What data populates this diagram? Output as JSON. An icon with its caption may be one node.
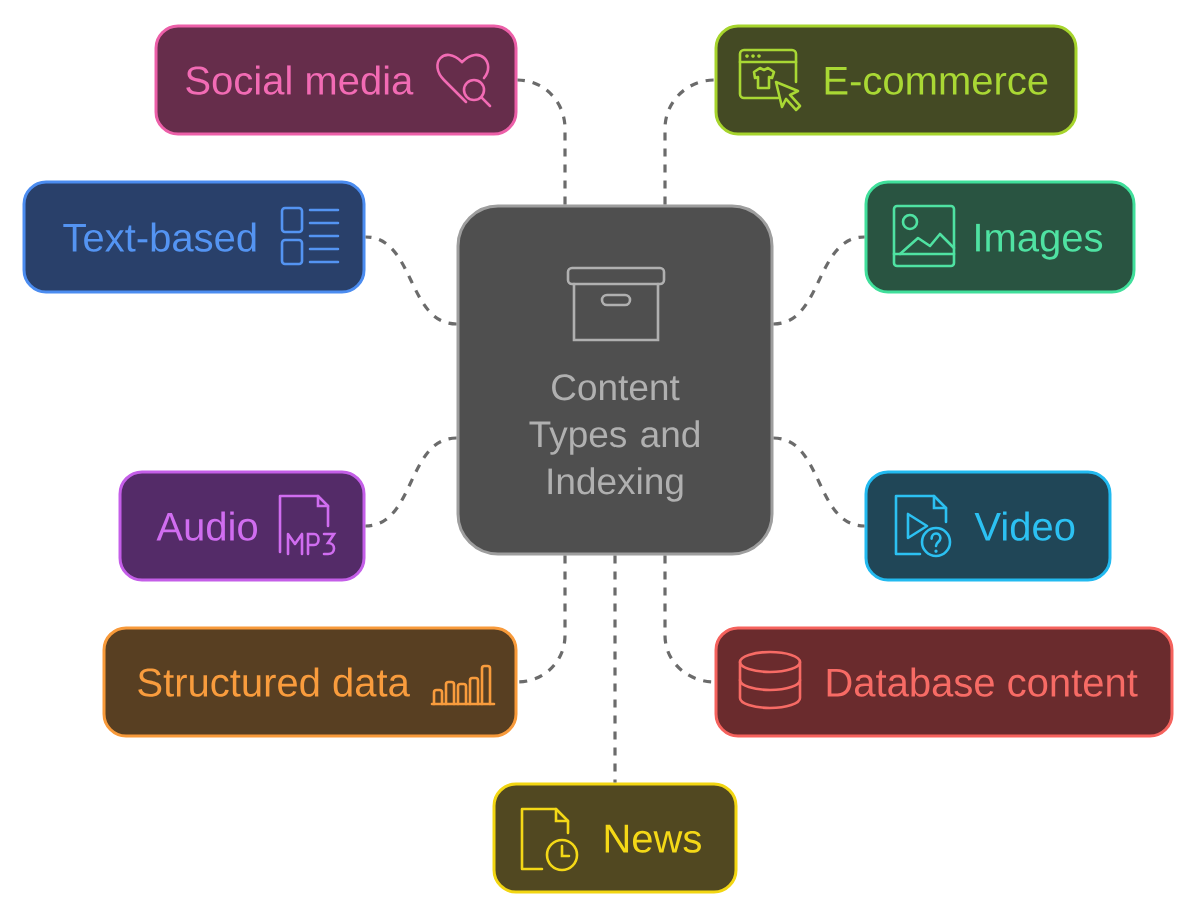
{
  "diagram": {
    "nodes": [
      {
        "text": [
          "Content Types and Indexing"
        ]
      },
      {
        "text": [
          "Social media"
        ]
      },
      {
        "text": [
          "E-commerce"
        ]
      },
      {
        "text": [
          "Text-based"
        ]
      },
      {
        "text": [
          "Images"
        ]
      },
      {
        "text": [
          "Audio"
        ]
      },
      {
        "text": [
          "Video"
        ]
      },
      {
        "text": [
          "Structured data"
        ]
      },
      {
        "text": [
          "Database content"
        ]
      },
      {
        "text": [
          "News"
        ]
      }
    ],
    "edges": [
      {
        "from": 0,
        "to": 1,
        "arrow": "none",
        "style": "dashed"
      },
      {
        "from": 0,
        "to": 2,
        "arrow": "none",
        "style": "dashed"
      },
      {
        "from": 0,
        "to": 3,
        "arrow": "none",
        "style": "dashed"
      },
      {
        "from": 0,
        "to": 4,
        "arrow": "none",
        "style": "dashed"
      },
      {
        "from": 0,
        "to": 5,
        "arrow": "none",
        "style": "dashed"
      },
      {
        "from": 0,
        "to": 6,
        "arrow": "none",
        "style": "dashed"
      },
      {
        "from": 0,
        "to": 7,
        "arrow": "none",
        "style": "dashed"
      },
      {
        "from": 0,
        "to": 8,
        "arrow": "none",
        "style": "dashed"
      },
      {
        "from": 0,
        "to": 9,
        "arrow": "none",
        "style": "dashed"
      }
    ]
  }
}
